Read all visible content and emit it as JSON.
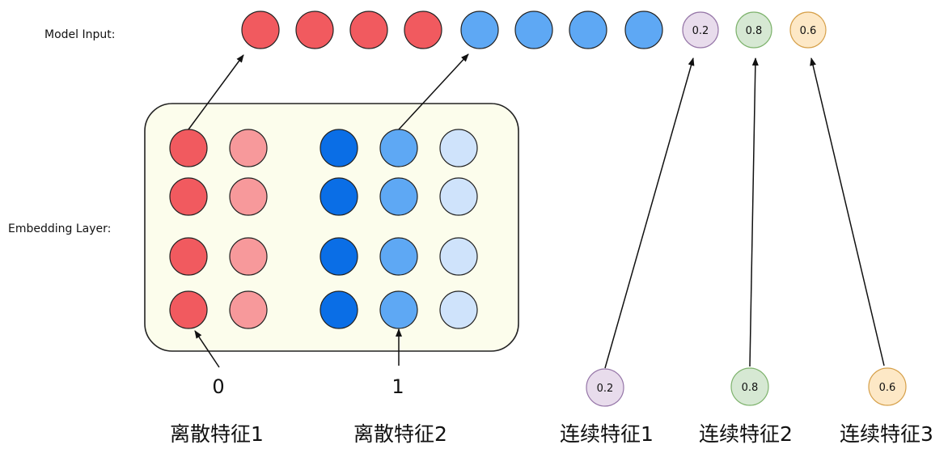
{
  "labels": {
    "model_input": "Model Input:",
    "embedding_layer": "Embedding Layer:"
  },
  "colors": {
    "red_dark": "#f15a5f",
    "red_light": "#f7999b",
    "blue_dark": "#0a6ee6",
    "blue_mid": "#5ea8f4",
    "blue_light": "#cfe3fb",
    "purple": "#e8dcec",
    "green": "#d6e8d3",
    "orange": "#fde8c6",
    "panel": "#fcfdec"
  },
  "model_input": {
    "red_count": 4,
    "blue_count": 4,
    "continuous_values": [
      "0.2",
      "0.8",
      "0.6"
    ]
  },
  "embedding": {
    "rows": 4,
    "feature1_columns": 2,
    "feature2_columns": 3
  },
  "discrete_inputs": [
    {
      "value": "0",
      "label": "离散特征1"
    },
    {
      "value": "1",
      "label": "离散特征2"
    }
  ],
  "continuous_inputs": [
    {
      "value": "0.2",
      "label": "连续特征1"
    },
    {
      "value": "0.8",
      "label": "连续特征2"
    },
    {
      "value": "0.6",
      "label": "连续特征3"
    }
  ]
}
